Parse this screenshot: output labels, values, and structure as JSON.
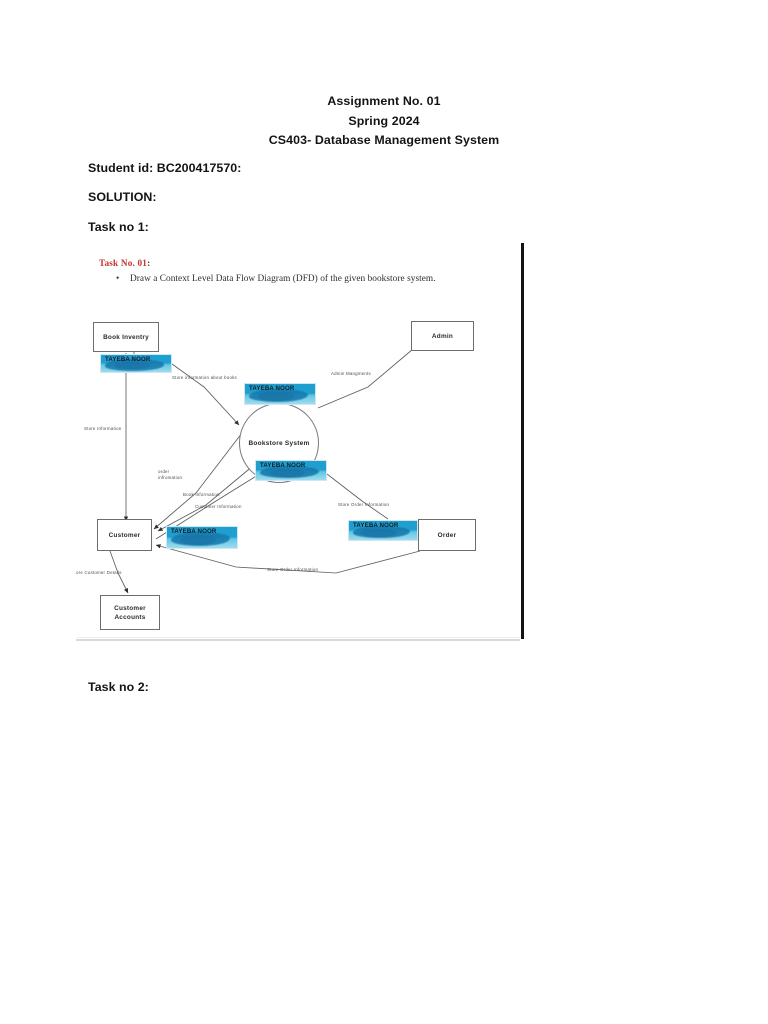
{
  "document": {
    "header_lines": [
      "Assignment No. 01",
      "Spring 2024",
      "CS403- Database Management System"
    ],
    "student_id_line": "Student id: BC200417570:",
    "solution_label": "SOLUTION:",
    "task_1_label": "Task no 1:",
    "task_2_label": "Task no 2:"
  },
  "figure": {
    "task_title": "Task No. 01",
    "task_title_colon": ":",
    "bullet_marker": "•",
    "bullet_text": "Draw a Context Level Data Flow Diagram (DFD) of the given bookstore system.",
    "title_color": "#c3342b",
    "watermark_text": "TAYEBA NOOR",
    "watermark_color": "#1f9fd0"
  },
  "diagram": {
    "type": "context-level-data-flow-diagram",
    "process": {
      "id": "bookstore-system",
      "label": "Bookstore System",
      "shape": "circle"
    },
    "entities": [
      {
        "id": "book-inventry",
        "label": "Book Inventry"
      },
      {
        "id": "admin",
        "label": "Admin"
      },
      {
        "id": "customer",
        "label": "Customer"
      },
      {
        "id": "order",
        "label": "Order"
      },
      {
        "id": "customer-accounts",
        "label": "Customer Accounts",
        "label_line1": "Customer",
        "label_line2": "Accounts"
      }
    ],
    "flows": [
      {
        "id": "store-info-about-books",
        "label": "Store information about books",
        "from": "book-inventry",
        "to": "bookstore-system"
      },
      {
        "id": "admin-mangments",
        "label": "Admin Mangments",
        "from": "admin",
        "to": "bookstore-system"
      },
      {
        "id": "store-information",
        "label": "Store Information",
        "from": "book-inventry",
        "to": "customer"
      },
      {
        "id": "order-infromation",
        "label": "order infromation",
        "label_line1": "order",
        "label_line2": "infromation",
        "from": "bookstore-system",
        "to": "customer"
      },
      {
        "id": "book-information",
        "label": "Book Information",
        "from": "bookstore-system",
        "to": "customer"
      },
      {
        "id": "customer-information",
        "label": "Customer Information",
        "from": "customer",
        "to": "bookstore-system"
      },
      {
        "id": "store-order-information-top",
        "label": "Store Order Information",
        "from": "bookstore-system",
        "to": "order"
      },
      {
        "id": "store-order-information-bottom",
        "label": "Store Order Information",
        "from": "order",
        "to": "customer"
      },
      {
        "id": "store-customer-details",
        "label": "ore Customer Details",
        "from": "customer",
        "to": "customer-accounts"
      }
    ],
    "watermark_chips": [
      {
        "id": "wm-1",
        "text": "TAYEBA NOOR"
      },
      {
        "id": "wm-2",
        "text": "TAYEBA NOOR"
      },
      {
        "id": "wm-3",
        "text": "TAYEBA NOOR"
      },
      {
        "id": "wm-4",
        "text": "TAYEBA NOOR"
      },
      {
        "id": "wm-5",
        "text": "TAYEBA NOOR"
      }
    ]
  }
}
